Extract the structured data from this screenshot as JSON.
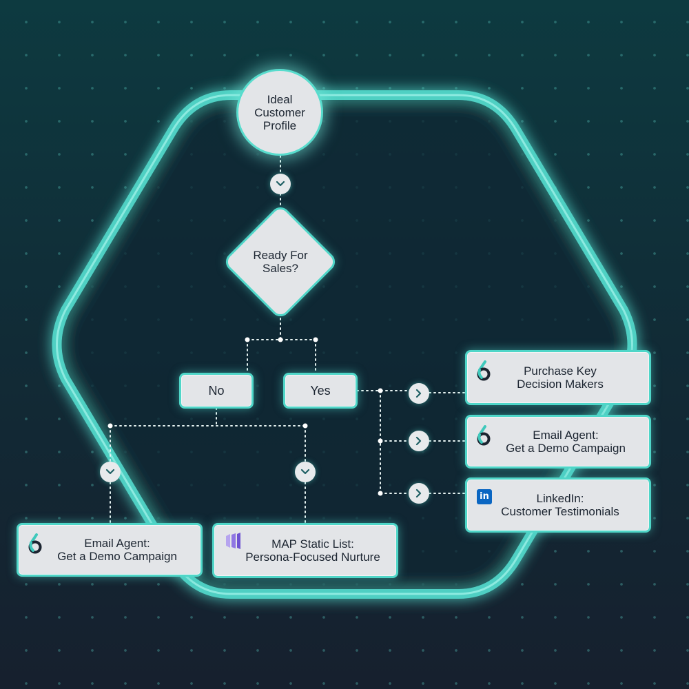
{
  "nodes": {
    "start": {
      "line1": "Ideal",
      "line2": "Customer",
      "line3": "Profile"
    },
    "decision": {
      "line1": "Ready For",
      "line2": "Sales?"
    },
    "no": "No",
    "yes": "Yes",
    "no_left": {
      "line1": "Email Agent:",
      "line2": "Get a Demo Campaign",
      "icon": "sixsense-logo-icon"
    },
    "no_right": {
      "line1": "MAP Static List:",
      "line2": "Persona-Focused Nurture",
      "icon": "marketo-logo-icon"
    },
    "yes_1": {
      "line1": "Purchase Key",
      "line2": "Decision Makers",
      "icon": "sixsense-logo-icon"
    },
    "yes_2": {
      "line1": "Email Agent:",
      "line2": "Get a Demo Campaign",
      "icon": "sixsense-logo-icon"
    },
    "yes_3": {
      "line1": "LinkedIn:",
      "line2": "Customer Testimonials",
      "icon": "linkedin-logo-icon",
      "icon_text": "in"
    }
  },
  "colors": {
    "accent": "#4fd6c8",
    "node_fill": "#e3e5e8",
    "text": "#1b2430",
    "linkedin": "#0a66c2",
    "marketo": "#7b5fd6"
  }
}
